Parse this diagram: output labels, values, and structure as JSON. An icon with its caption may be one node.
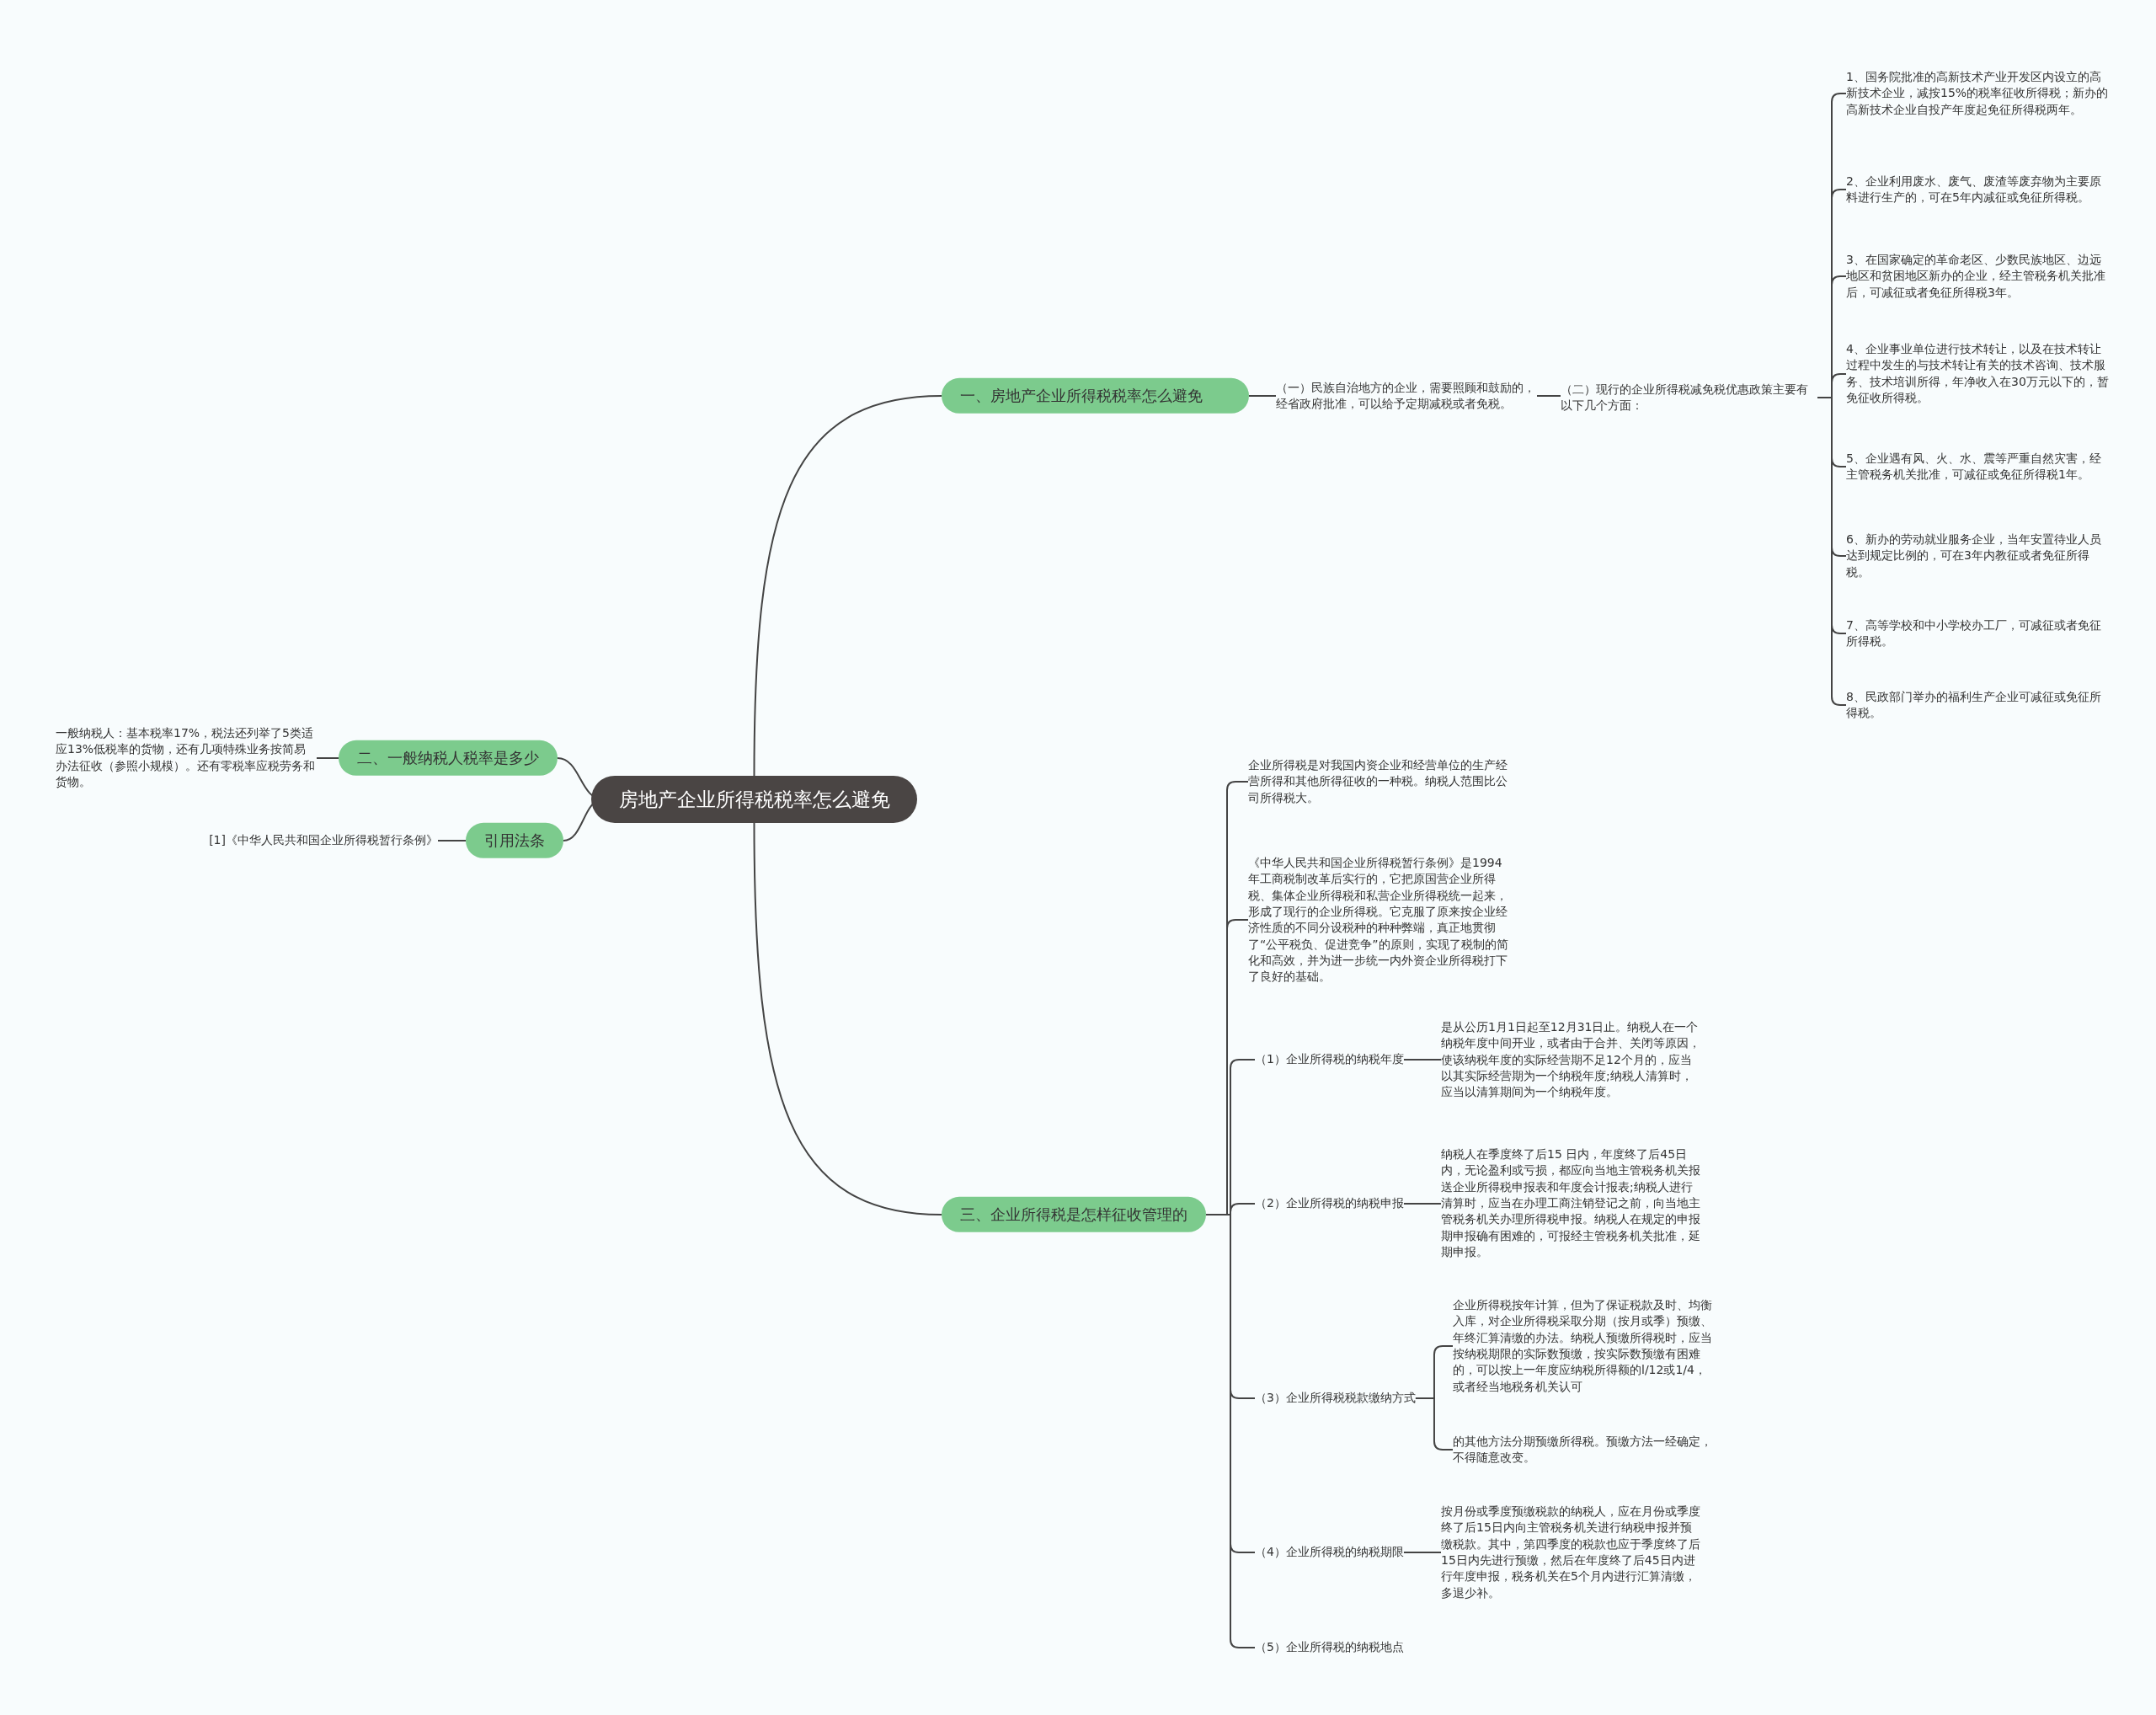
{
  "diagram": {
    "nodes": [
      {
        "text": [
          "房地产企业所得税税率怎么避免"
        ]
      },
      {
        "text": [
          "一、房地产企业所得税税率怎么避免"
        ]
      },
      {
        "text": [
          "（一）民族自治地方的企业，需要照顾和鼓励的，经省政府批准，可以给予定期减税或者免税。"
        ]
      },
      {
        "text": [
          "（二）现行的企业所得税减免税优惠政策主要有以下几个方面："
        ]
      },
      {
        "text": [
          "1、国务院批准的高新技术产业开发区内设立的高新技术企业，减按15%的税率征收所得税；新办的高新技术企业自投产年度起免征所得税两年。"
        ]
      },
      {
        "text": [
          "2、企业利用废水、废气、废渣等废弃物为主要原料进行生产的，可在5年内减征或免征所得税。"
        ]
      },
      {
        "text": [
          "3、在国家确定的革命老区、少数民族地区、边远地区和贫困地区新办的企业，经主管税务机关批准后，可减征或者免征所得税3年。"
        ]
      },
      {
        "text": [
          "4、企业事业单位进行技术转让，以及在技术转让过程中发生的与技术转让有关的技术咨询、技术服务、技术培训所得，年净收入在30万元以下的，暂免征收所得税。"
        ]
      },
      {
        "text": [
          "5、企业遇有风、火、水、震等严重自然灾害，经主管税务机关批准，可减征或免征所得税1年。"
        ]
      },
      {
        "text": [
          "6、新办的劳动就业服务企业，当年安置待业人员达到规定比例的，可在3年内教征或者免征所得税。"
        ]
      },
      {
        "text": [
          "7、高等学校和中小学校办工厂，可减征或者免征所得税。"
        ]
      },
      {
        "text": [
          "8、民政部门举办的福利生产企业可减征或免征所得税。"
        ]
      },
      {
        "text": [
          "二、一般纳税人税率是多少"
        ]
      },
      {
        "text": [
          "一般纳税人：基本税率17%，税法还列举了5类适应13%低税率的货物，还有几项特殊业务按简易办法征收（参照小规模）。还有零税率应税劳务和货物。"
        ]
      },
      {
        "text": [
          "引用法条"
        ]
      },
      {
        "text": [
          "[1]《中华人民共和国企业所得税暂行条例》"
        ]
      },
      {
        "text": [
          "三、企业所得税是怎样征收管理的"
        ]
      },
      {
        "text": [
          "企业所得税是对我国内资企业和经营单位的生产经营所得和其他所得征收的一种税。纳税人范围比公司所得税大。"
        ]
      },
      {
        "text": [
          "《中华人民共和国企业所得税暂行条例》是1994年工商税制改革后实行的，它把原国营企业所得税、集体企业所得税和私营企业所得税统一起来，形成了现行的企业所得税。它克服了原来按企业经济性质的不同分设税种的种种弊端，真正地贯彻了“公平税负、促进竞争”的原则，实现了税制的简化和高效，并为进一步统一内外资企业所得税打下了良好的基础。"
        ]
      },
      {
        "text": [
          "（1）企业所得税的纳税年度"
        ]
      },
      {
        "text": [
          "是从公历1月1日起至12月31日止。纳税人在一个纳税年度中间开业，或者由于合并、关闭等原因，使该纳税年度的实际经营期不足12个月的，应当以其实际经营期为一个纳税年度;纳税人清算时，应当以清算期间为一个纳税年度。"
        ]
      },
      {
        "text": [
          "（2）企业所得税的纳税申报"
        ]
      },
      {
        "text": [
          "纳税人在季度终了后15 日内，年度终了后45日内，无论盈利或亏损，都应向当地主管税务机关报送企业所得税申报表和年度会计报表;纳税人进行清算时，应当在办理工商注销登记之前，向当地主管税务机关办理所得税申报。纳税人在规定的申报期申报确有困难的，可报经主管税务机关批准，延期申报。"
        ]
      },
      {
        "text": [
          "（3）企业所得税税款缴纳方式"
        ]
      },
      {
        "text": [
          "企业所得税按年计算，但为了保证税款及时、均衡入库，对企业所得税采取分期（按月或季）预缴、年终汇算清缴的办法。纳税人预缴所得税时，应当按纳税期限的实际数预缴，按实际数预缴有困难的，可以按上一年度应纳税所得额的l/12或1/4，或者经当地税务机关认可"
        ]
      },
      {
        "text": [
          "的其他方法分期预缴所得税。预缴方法一经确定，不得随意改变。"
        ]
      },
      {
        "text": [
          "（4）企业所得税的纳税期限"
        ]
      },
      {
        "text": [
          "按月份或季度预缴税款的纳税人，应在月份或季度终了后15日内向主管税务机关进行纳税申报并预缴税款。其中，第四季度的税款也应于季度终了后15日内先进行预缴，然后在年度终了后45日内进行年度申报，税务机关在5个月内进行汇算清缴，多退少补。"
        ]
      },
      {
        "text": [
          "（5）企业所得税的纳税地点"
        ]
      }
    ],
    "edges": [
      {
        "from": 0,
        "to": 1,
        "arrow": "none"
      },
      {
        "from": 1,
        "to": 2,
        "arrow": "none"
      },
      {
        "from": 2,
        "to": 3,
        "arrow": "none"
      },
      {
        "from": 3,
        "to": 4,
        "arrow": "none"
      },
      {
        "from": 3,
        "to": 5,
        "arrow": "none"
      },
      {
        "from": 3,
        "to": 6,
        "arrow": "none"
      },
      {
        "from": 3,
        "to": 7,
        "arrow": "none"
      },
      {
        "from": 3,
        "to": 8,
        "arrow": "none"
      },
      {
        "from": 3,
        "to": 9,
        "arrow": "none"
      },
      {
        "from": 3,
        "to": 10,
        "arrow": "none"
      },
      {
        "from": 3,
        "to": 11,
        "arrow": "none"
      },
      {
        "from": 0,
        "to": 12,
        "arrow": "none"
      },
      {
        "from": 12,
        "to": 13,
        "arrow": "none"
      },
      {
        "from": 0,
        "to": 14,
        "arrow": "none"
      },
      {
        "from": 14,
        "to": 15,
        "arrow": "none"
      },
      {
        "from": 0,
        "to": 16,
        "arrow": "none"
      },
      {
        "from": 16,
        "to": 17,
        "arrow": "none"
      },
      {
        "from": 16,
        "to": 18,
        "arrow": "none"
      },
      {
        "from": 16,
        "to": 19,
        "arrow": "none"
      },
      {
        "from": 19,
        "to": 20,
        "arrow": "none"
      },
      {
        "from": 16,
        "to": 21,
        "arrow": "none"
      },
      {
        "from": 21,
        "to": 22,
        "arrow": "none"
      },
      {
        "from": 16,
        "to": 23,
        "arrow": "none"
      },
      {
        "from": 23,
        "to": 24,
        "arrow": "none"
      },
      {
        "from": 23,
        "to": 25,
        "arrow": "none"
      },
      {
        "from": 16,
        "to": 26,
        "arrow": "none"
      },
      {
        "from": 26,
        "to": 27,
        "arrow": "none"
      },
      {
        "from": 16,
        "to": 28,
        "arrow": "none"
      }
    ]
  }
}
